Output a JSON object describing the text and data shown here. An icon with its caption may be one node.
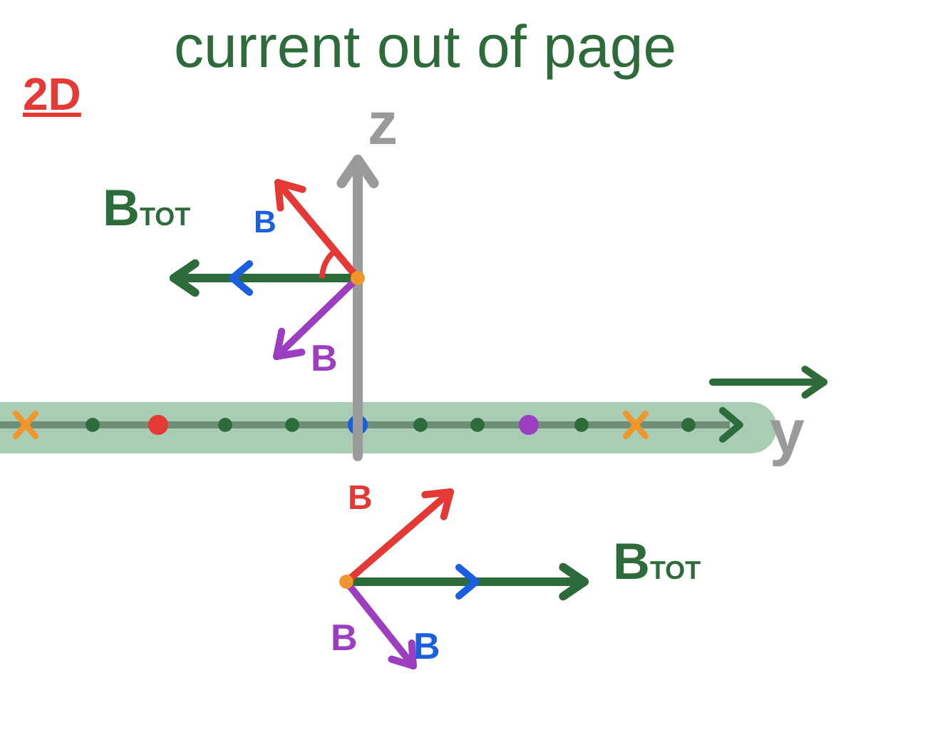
{
  "diagram": {
    "title": "current out of page",
    "labels": [
      "2D",
      "z",
      "B$_{TOT}$",
      "B",
      "B",
      "y",
      "B",
      "B$_{TOT}$",
      "B",
      "B"
    ]
  }
}
